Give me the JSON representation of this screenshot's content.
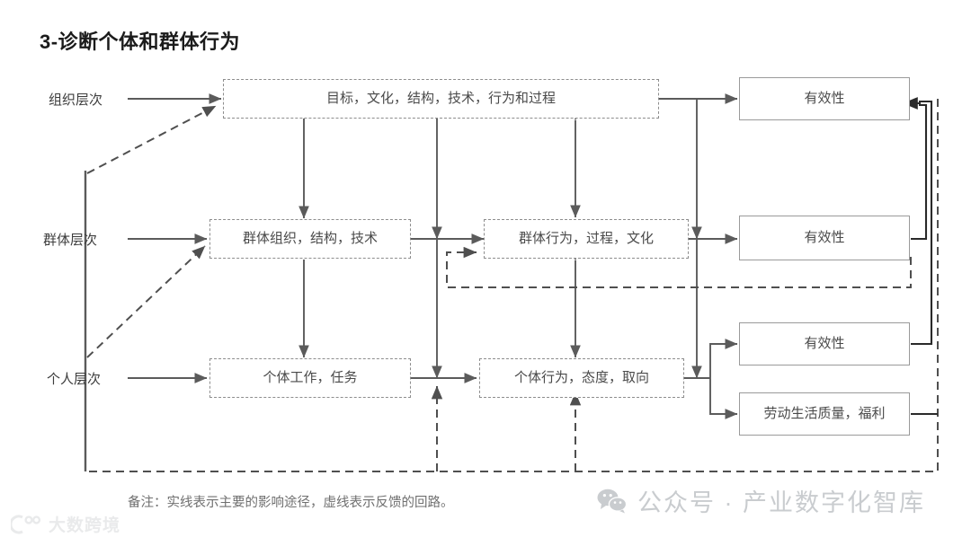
{
  "title": "3-诊断个体和群体行为",
  "levels": [
    {
      "id": "organization",
      "label": "组织层次"
    },
    {
      "id": "group",
      "label": "群体层次"
    },
    {
      "id": "individual",
      "label": "个人层次"
    }
  ],
  "nodes": {
    "org_inputs": "目标，文化，结构，技术，行为和过程",
    "group_inputs": "群体组织，结构，技术",
    "group_behavior": "群体行为，过程，文化",
    "individual_inputs": "个体工作，任务",
    "individual_behavior": "个体行为，态度，取向",
    "outcome_org": "有效性",
    "outcome_group": "有效性",
    "outcome_individual": "有效性",
    "outcome_qwl": "劳动生活质量，福利"
  },
  "footnote": "备注：实线表示主要的影响途径，虚线表示反馈的回路。",
  "watermark": {
    "icon": "wechat-icon",
    "text": "公众号 · 产业数字化智库"
  },
  "brand": {
    "icon": "dashu-logo-icon",
    "text": "大数跨境"
  },
  "colors": {
    "title": "#1b1b1b",
    "node_text": "#4a4a4a",
    "dashed_border": "#8d8d8d",
    "solid_border": "#9a9a9a",
    "wire": "#5b5b5b",
    "footnote": "#6f6f6f",
    "watermark": "#c9cccf"
  },
  "legend": {
    "solid_meaning": "实线表示主要的影响途径",
    "dashed_meaning": "虚线表示反馈的回路"
  }
}
